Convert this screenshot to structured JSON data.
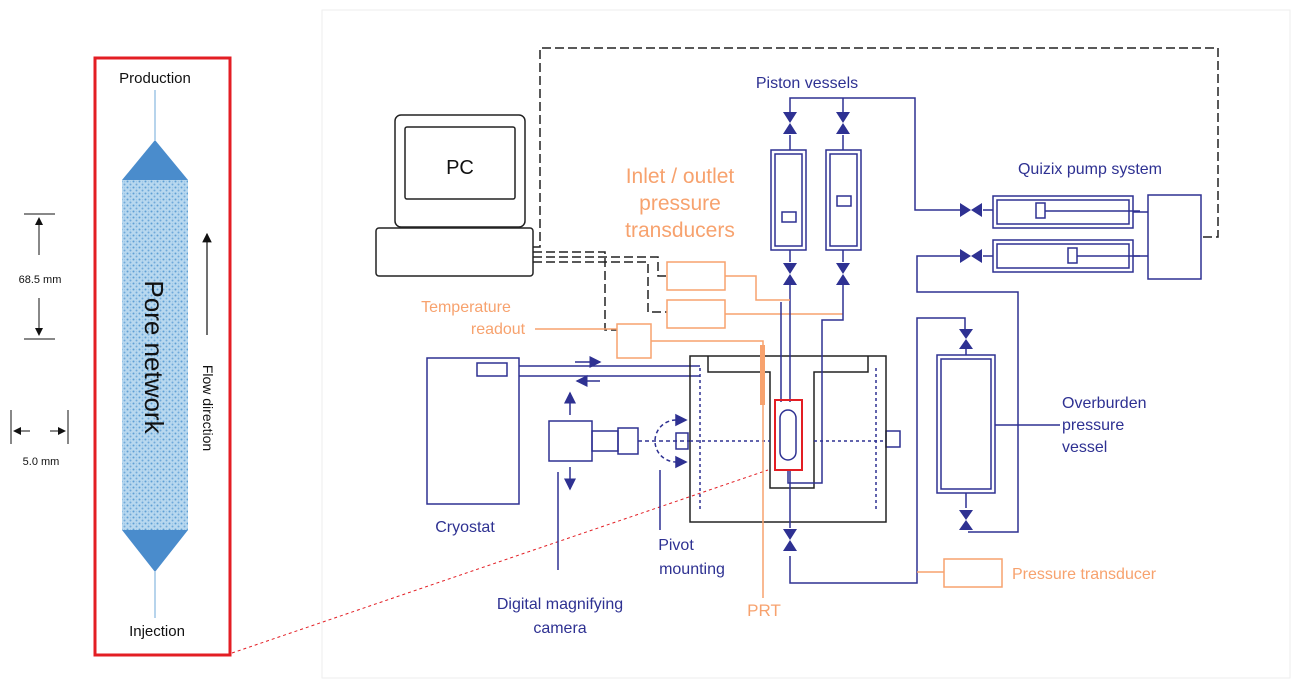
{
  "pore_network": {
    "top_label": "Production",
    "bottom_label": "Injection",
    "center_label": "Pore network",
    "flow_label": "Flow direction",
    "height_dim": "68.5 mm",
    "width_dim": "5.0 mm"
  },
  "apparatus": {
    "pc_label": "PC",
    "piston_vessels": "Piston vessels",
    "quizix": "Quizix pump system",
    "inlet_outlet": [
      "Inlet / outlet",
      "pressure",
      "transducers"
    ],
    "temperature": [
      "Temperature",
      "readout"
    ],
    "cryostat": "Cryostat",
    "pivot": [
      "Pivot",
      "mounting"
    ],
    "camera": [
      "Digital magnifying",
      "camera"
    ],
    "prt": "PRT",
    "overburden": [
      "Overburden",
      "pressure",
      "vessel"
    ],
    "pressure_transducer": "Pressure transducer"
  },
  "colors": {
    "blue": "#2e3192",
    "orange": "#f7a26e",
    "red": "#e31e24",
    "network_fill": "#a7cdea",
    "cone": "#4a8ccc"
  }
}
